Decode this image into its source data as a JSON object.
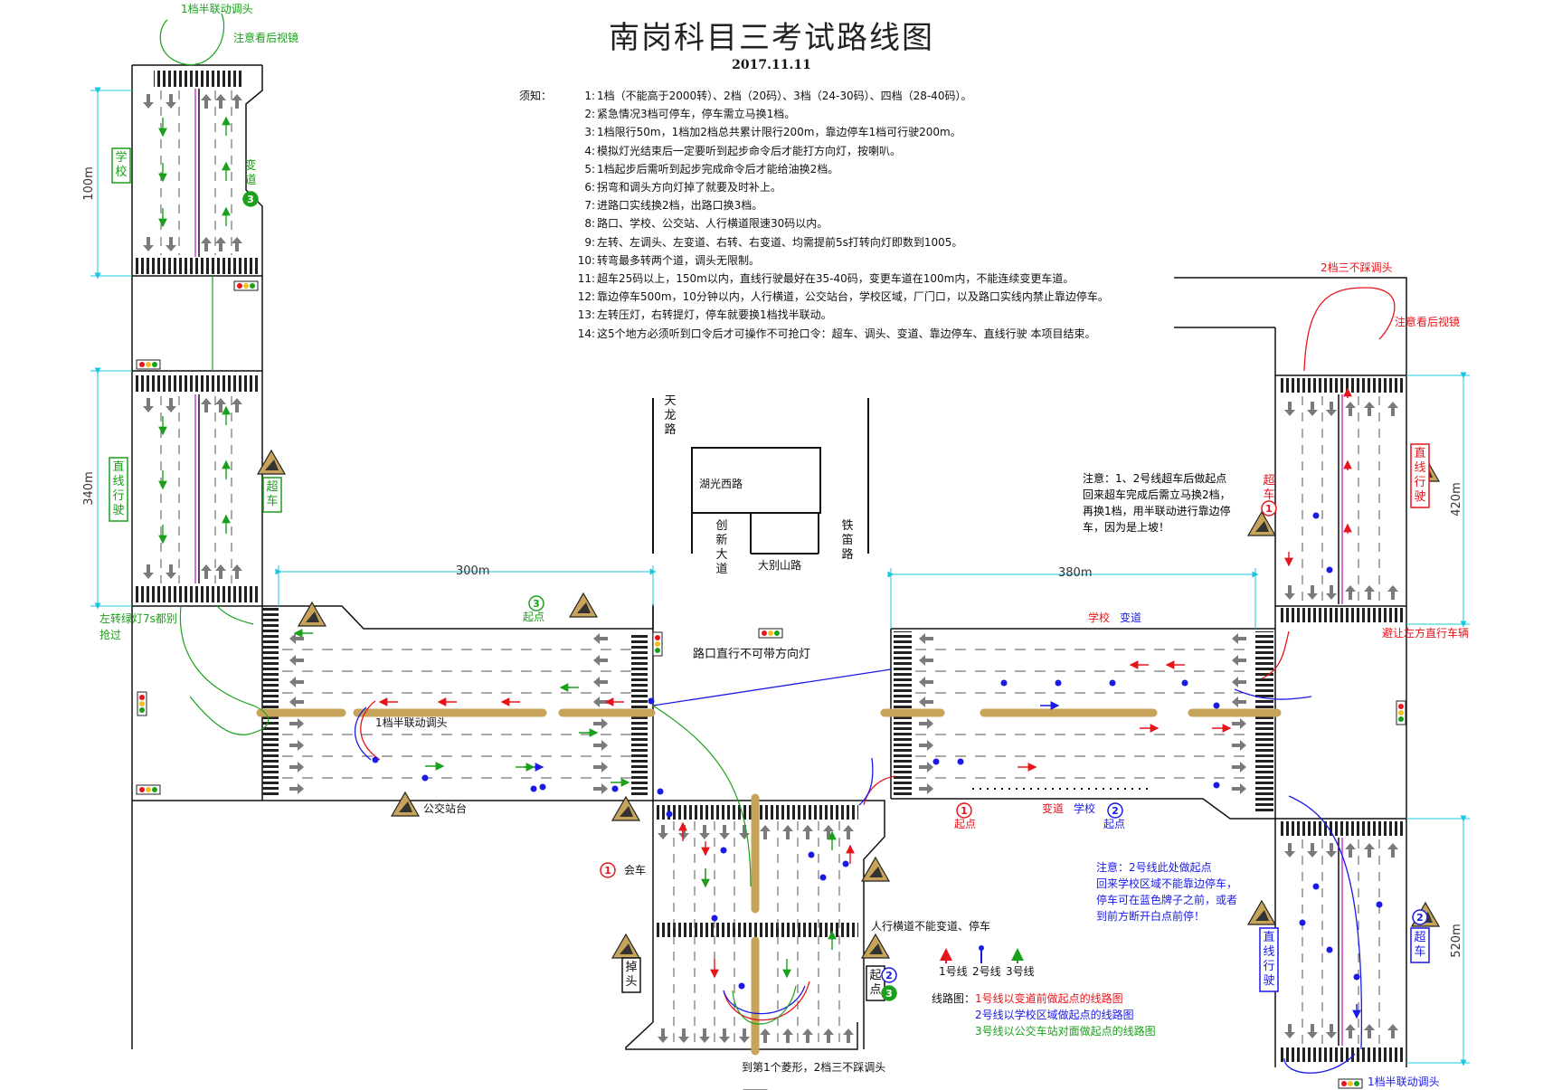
{
  "title": "南岗科目三考试路线图",
  "date": "2017.11.11",
  "notes": {
    "prefix": "须知：",
    "items": [
      {
        "num": "1:",
        "text": "1档（不能高于2000转）、2档（20码）、3档（24-30码）、四档（28-40码）。"
      },
      {
        "num": "2:",
        "text": "紧急情况3档可停车，停车需立马换1档。"
      },
      {
        "num": "3:",
        "text": "1档限行50m，1档加2档总共累计限行200m，靠边停车1档可行驶200m。"
      },
      {
        "num": "4:",
        "text": "模拟灯光结束后一定要听到起步命令后才能打方向灯，按喇叭。"
      },
      {
        "num": "5:",
        "text": "1档起步后需听到起步完成命令后才能给油换2档。"
      },
      {
        "num": "6:",
        "text": "拐弯和调头方向灯掉了就要及时补上。"
      },
      {
        "num": "7:",
        "text": "进路口实线换2档，出路口换3档。"
      },
      {
        "num": "8:",
        "text": "路口、学校、公交站、人行横道限速30码以内。"
      },
      {
        "num": "9:",
        "text": "左转、左调头、左变道、右转、右变道、均需提前5s打转向灯即数到1005。"
      },
      {
        "num": "10:",
        "text": "转弯最多转两个道，调头无限制。"
      },
      {
        "num": "11:",
        "text": "超车25码以上，150m以内，直线行驶最好在35-40码，变更车道在100m内，不能连续变更车道。"
      },
      {
        "num": "12:",
        "text": "靠边停车500m，10分钟以内，人行横道，公交站台，学校区域，厂门口，以及路口实线内禁止靠边停车。"
      },
      {
        "num": "13:",
        "text": "左转压灯，右转提灯，停车就要换1档找半联动。"
      },
      {
        "num": "14:",
        "text": "这5个地方必须听到口令后才可操作不可抢口令：超车、调头、变道、靠边停车、直线行驶 本项目结束。"
      }
    ]
  },
  "note_overtake": {
    "lines": [
      "注意：1、2号线超车后做起点",
      "回来超车完成后需立马换2档，",
      "再换1档，用半联动进行靠边停",
      "车，因为是上坡！"
    ]
  },
  "note_route2": {
    "lines": [
      "注意：2号线此处做起点",
      "回来学校区域不能靠边停车，",
      "停车可在蓝色牌子之前，或者",
      "到前方断开白点前停！"
    ]
  },
  "labels": {
    "gear1_uturn_top": "1档半联动调头",
    "check_mirror_top": "注意看后视镜",
    "gear2_uturn_right": "2档三不踩调头",
    "check_mirror_right": "注意看后视镜",
    "gear1_uturn_mid": "1档半联动调头",
    "gear1_uturn_bottom": "1档半联动调头",
    "gear2_uturn_bottom": "到第1个菱形，2档三不踩调头",
    "left_turn_green": "左转绿灯7s都别",
    "left_turn_green2": "抢过",
    "straight_no_signal": "路口直行不可带方向灯",
    "crosswalk_no_change": "人行横道不能变道、停车",
    "yield_left": "避让左方直行车辆",
    "bus_stop": "公交站台",
    "meet_car": "会车",
    "turn_around": "掉头",
    "start_point": "起点",
    "start_point2": "起点",
    "start_point3": "起点",
    "school": "学校",
    "lane_change": "变道"
  },
  "side_labels": {
    "school_v": "学校",
    "change_v": "变道",
    "straight_v": "直线行驶",
    "overtake_v": "超车",
    "overtake_right_v": "超车",
    "straight_right_v": "直线行驶",
    "straight_br_v": "直线行驶",
    "overtake_br_v": "超车",
    "turn_v": "掉头",
    "start_v": "起点"
  },
  "distances": {
    "d100": "100m",
    "d340": "340m",
    "d300": "300m",
    "d380": "380m",
    "d420": "420m",
    "d520": "520m"
  },
  "roads": {
    "tianlong": "天龙路",
    "huguang": "湖光西路",
    "chuangxin": "创新大道",
    "dabieshan": "大别山路",
    "tiedi": "铁笛路"
  },
  "legend": {
    "line1": "1号线",
    "line2": "2号线",
    "line3": "3号线",
    "title": "线路图：",
    "desc1": "1号线以变道前做起点的线路图",
    "desc2": "2号线以学校区域做起点的线路图",
    "desc3": "3号线以公交车站对面做起点的线路图"
  },
  "circle_nums": {
    "one": "1",
    "two": "2",
    "three": "3"
  },
  "colors": {
    "route1": "#e8141b",
    "route2": "#1a1ae6",
    "route3": "#1aa01a",
    "road_line": "#111111",
    "median": "#c8a45a",
    "dimension": "#19c8e0",
    "arrow": "#7a7a7a"
  }
}
